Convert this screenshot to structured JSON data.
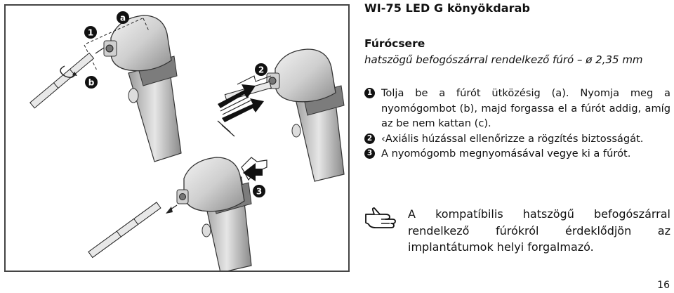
{
  "header": {
    "title": "WI-75 LED G könyökdarab"
  },
  "section": {
    "title": "Fúrócsere",
    "subtitle": "hatszögű befogószárral rendelkező fúró – ø 2,35 mm"
  },
  "steps": [
    {
      "number": "1",
      "text": "Tolja be a fúrót ütközésig (a). Nyomja meg a nyomógombot (b), majd forgassa el a fúrót addig, amíg az be nem kattan (c)."
    },
    {
      "number": "2",
      "text": "‹Axiális húzással ellenőrizze a rögzítés biztosságát."
    },
    {
      "number": "3",
      "text": "A nyomógomb megnyomásával vegye ki a fúrót."
    }
  ],
  "note": {
    "icon": "pointing-hand-icon",
    "text": "A kompatíbilis hatszögű befogószárral rendelkező fúrókról érdeklődjön az implantátumok helyi forgalmazó."
  },
  "figure": {
    "markers": [
      "1",
      "2",
      "3"
    ],
    "labels": [
      "a",
      "b"
    ]
  },
  "page": {
    "number": "16"
  }
}
